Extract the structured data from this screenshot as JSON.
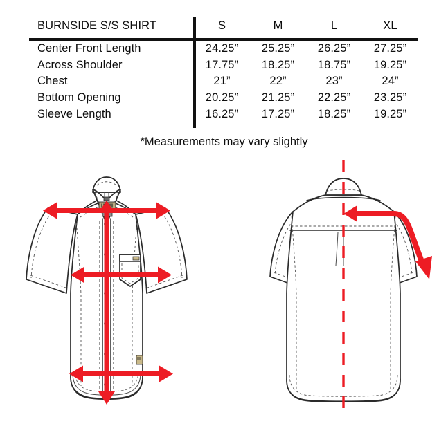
{
  "table": {
    "title": "BURNSIDE S/S SHIRT",
    "size_headers": [
      "S",
      "M",
      "L",
      "XL"
    ],
    "rows": [
      {
        "label": "Center Front Length",
        "values": [
          "24.25”",
          "25.25”",
          "26.25”",
          "27.25”"
        ]
      },
      {
        "label": "Across Shoulder",
        "values": [
          "17.75”",
          "18.25”",
          "18.75”",
          "19.25”"
        ]
      },
      {
        "label": "Chest",
        "values": [
          "21”",
          "22”",
          "23”",
          "24”"
        ]
      },
      {
        "label": "Bottom Opening",
        "values": [
          "20.25”",
          "21.25”",
          "22.25”",
          "23.25”"
        ]
      },
      {
        "label": "Sleeve Length",
        "values": [
          "16.25”",
          "17.25”",
          "18.25”",
          "19.25”"
        ]
      }
    ]
  },
  "footnote": "*Measurements may vary slightly",
  "illustrations": {
    "front": {
      "name": "Front view short sleeve button shirt technical flat",
      "measurement_arrows": [
        "across-shoulder-arrow",
        "chest-arrow",
        "bottom-opening-arrow",
        "center-front-length-arrow"
      ]
    },
    "back": {
      "name": "Back view short sleeve shirt technical flat",
      "measurement_arrows": [
        "sleeve-length-arrow"
      ],
      "guides": [
        "center-back-dashed-line"
      ]
    }
  },
  "colors": {
    "accent_red": "#ED1C24",
    "ink": "#111111",
    "line": "#2b2b2b",
    "light_line": "#6e6e6e",
    "label_tan": "#c9b98a",
    "background": "#ffffff"
  },
  "icons": {
    "arrow_left": "arrow-left-icon",
    "arrow_right": "arrow-right-icon",
    "arrow_up": "arrow-up-icon",
    "arrow_down": "arrow-down-icon",
    "dashed_guide": "dashed-guide-icon"
  }
}
